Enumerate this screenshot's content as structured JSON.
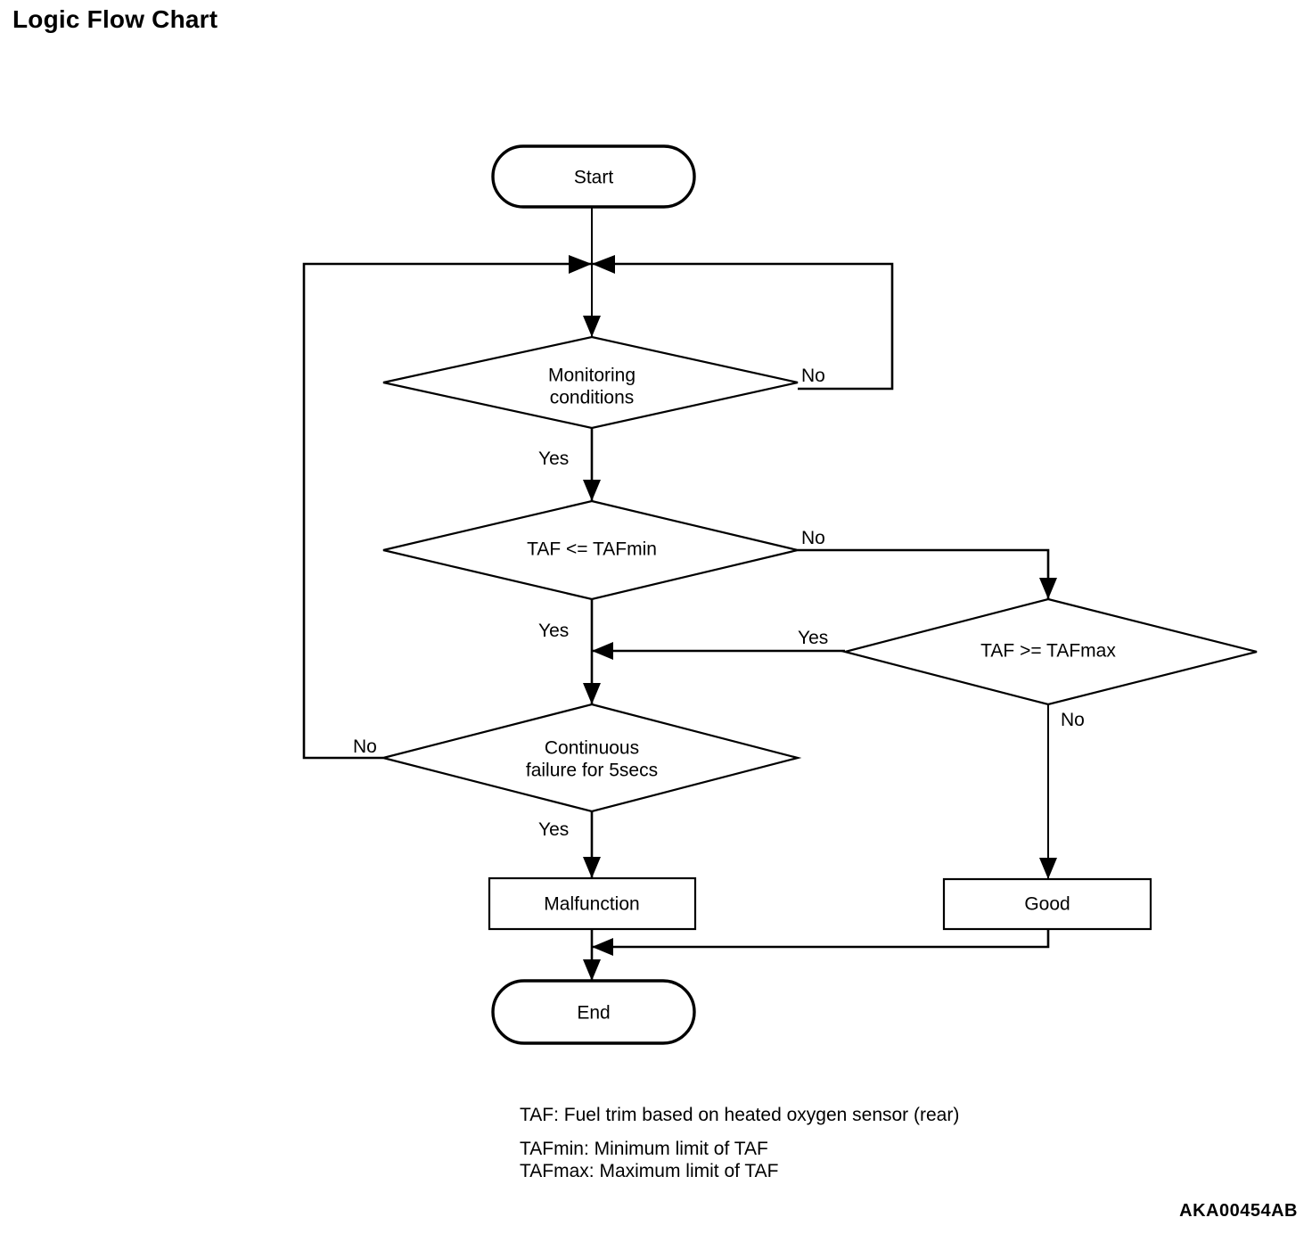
{
  "page": {
    "title": "Logic Flow Chart",
    "document_code": "AKA00454AB"
  },
  "chart_data": {
    "type": "diagram",
    "diagram_kind": "flowchart",
    "title": "Logic Flow Chart",
    "nodes": [
      {
        "id": "start",
        "shape": "terminator",
        "label": "Start"
      },
      {
        "id": "monitoring",
        "shape": "decision",
        "label": "Monitoring conditions",
        "line1": "Monitoring",
        "line2": "conditions"
      },
      {
        "id": "tafmin",
        "shape": "decision",
        "label": "TAF <= TAFmin"
      },
      {
        "id": "tafmax",
        "shape": "decision",
        "label": "TAF >= TAFmax"
      },
      {
        "id": "failure",
        "shape": "decision",
        "label": "Continuous failure for 5secs",
        "line1": "Continuous",
        "line2": "failure for 5secs"
      },
      {
        "id": "malfunction",
        "shape": "process",
        "label": "Malfunction"
      },
      {
        "id": "good",
        "shape": "process",
        "label": "Good"
      },
      {
        "id": "end",
        "shape": "terminator",
        "label": "End"
      }
    ],
    "edges": [
      {
        "from": "start",
        "to": "monitoring",
        "label": ""
      },
      {
        "from": "monitoring",
        "to": "tafmin",
        "label": "Yes"
      },
      {
        "from": "monitoring",
        "to": "monitoring",
        "label": "No"
      },
      {
        "from": "tafmin",
        "to": "failure",
        "label": "Yes"
      },
      {
        "from": "tafmin",
        "to": "tafmax",
        "label": "No"
      },
      {
        "from": "tafmax",
        "to": "failure",
        "label": "Yes"
      },
      {
        "from": "tafmax",
        "to": "good",
        "label": "No"
      },
      {
        "from": "failure",
        "to": "malfunction",
        "label": "Yes"
      },
      {
        "from": "failure",
        "to": "monitoring",
        "label": "No"
      },
      {
        "from": "malfunction",
        "to": "end",
        "label": ""
      },
      {
        "from": "good",
        "to": "end",
        "label": ""
      }
    ]
  },
  "labels": {
    "start": "Start",
    "monitoring_line1": "Monitoring",
    "monitoring_line2": "conditions",
    "tafmin": "TAF <= TAFmin",
    "tafmax": "TAF >= TAFmax",
    "failure_line1": "Continuous",
    "failure_line2": "failure for 5secs",
    "malfunction": "Malfunction",
    "good": "Good",
    "end": "End"
  },
  "edge_labels": {
    "monitoring_no": "No",
    "monitoring_yes": "Yes",
    "tafmin_no": "No",
    "tafmin_yes": "Yes",
    "tafmax_yes": "Yes",
    "tafmax_no": "No",
    "failure_no": "No",
    "failure_yes": "Yes"
  },
  "legend": {
    "line1": "TAF: Fuel trim based on heated oxygen sensor (rear)",
    "line2": "TAFmin: Minimum limit of TAF",
    "line3": "TAFmax: Maximum limit of TAF"
  },
  "colors": {
    "stroke": "#000000",
    "fill": "#ffffff",
    "text": "#000000"
  }
}
